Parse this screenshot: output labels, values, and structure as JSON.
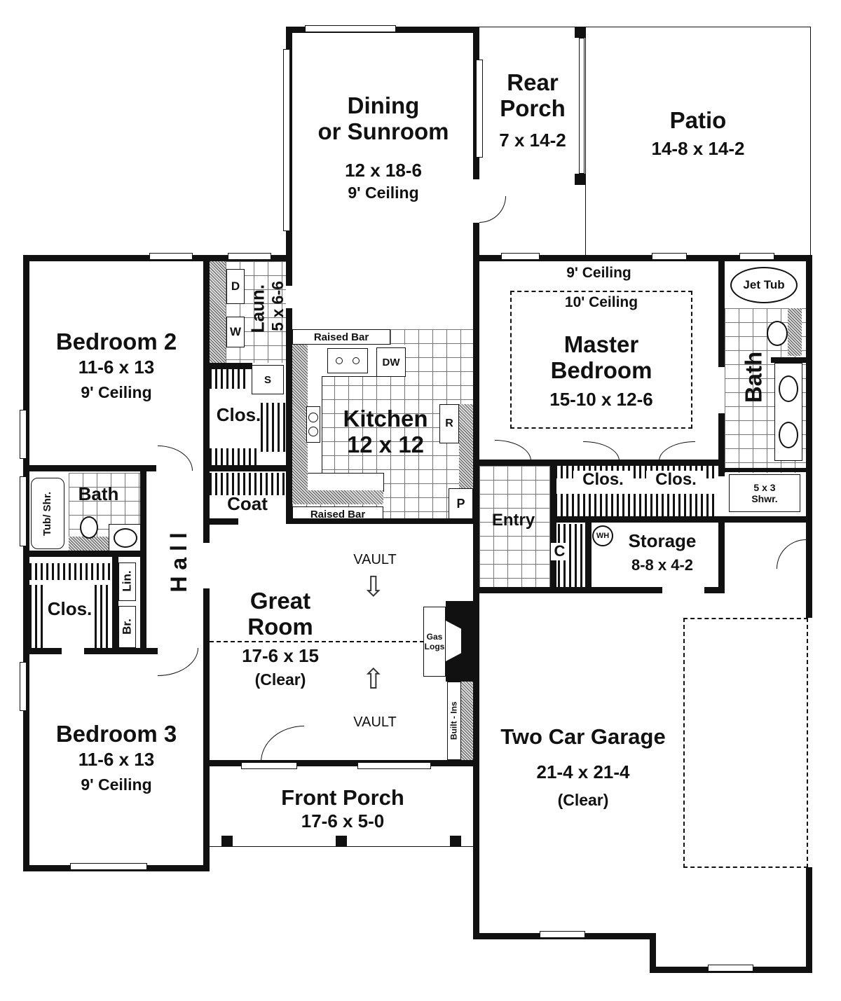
{
  "plan": {
    "type": "floor plan",
    "rooms": {
      "dining": {
        "name_line1": "Dining",
        "name_line2": "or Sunroom",
        "size": "12 x 18-6",
        "ceiling": "9' Ceiling"
      },
      "rear_porch": {
        "name_line1": "Rear",
        "name_line2": "Porch",
        "size": "7 x 14-2"
      },
      "patio": {
        "name": "Patio",
        "size": "14-8 x 14-2"
      },
      "bedroom2": {
        "name": "Bedroom 2",
        "size": "11-6 x 13",
        "ceiling": "9' Ceiling"
      },
      "laundry": {
        "name": "Laun.",
        "size": "5 x 6-6",
        "dryer": "D",
        "washer": "W",
        "sink": "S"
      },
      "kitchen": {
        "name": "Kitchen",
        "size": "12 x 12",
        "raised_bar_top": "Raised Bar",
        "raised_bar_bottom": "Raised Bar",
        "dishwasher": "DW",
        "refrigerator": "R",
        "pantry": "P"
      },
      "master": {
        "name_line1": "Master",
        "name_line2": "Bedroom",
        "size": "15-10 x 12-6",
        "ceiling_outer": "9' Ceiling",
        "ceiling_inner": "10' Ceiling"
      },
      "master_bath": {
        "name": "Bath",
        "tub": "Jet Tub",
        "shower_size": "5 x 3",
        "shower_label": "Shwr."
      },
      "master_closet1": {
        "name": "Clos."
      },
      "master_closet2": {
        "name": "Clos."
      },
      "closet_laundry": {
        "name": "Clos."
      },
      "coat": {
        "name": "Coat"
      },
      "bath2": {
        "name": "Bath",
        "tub": "Tub/ Shr."
      },
      "hall": {
        "name": "H a l l"
      },
      "linen": {
        "name": "Lin."
      },
      "broom": {
        "name": "Br."
      },
      "closet_bed3": {
        "name": "Clos."
      },
      "entry": {
        "name": "Entry",
        "closet": "C"
      },
      "storage": {
        "name": "Storage",
        "size": "8-8 x 4-2",
        "water_heater": "WH"
      },
      "great_room": {
        "name_line1": "Great",
        "name_line2": "Room",
        "size": "17-6 x 15",
        "note": "(Clear)",
        "vault_top": "VAULT",
        "vault_bottom": "VAULT",
        "fireplace_line1": "Gas",
        "fireplace_line2": "Logs",
        "builtins": "Built - Ins"
      },
      "bedroom3": {
        "name": "Bedroom 3",
        "size": "11-6 x 13",
        "ceiling": "9' Ceiling"
      },
      "front_porch": {
        "name": "Front Porch",
        "size": "17-6 x 5-0"
      },
      "garage": {
        "name": "Two Car Garage",
        "size": "21-4 x 21-4",
        "note": "(Clear)"
      }
    }
  }
}
